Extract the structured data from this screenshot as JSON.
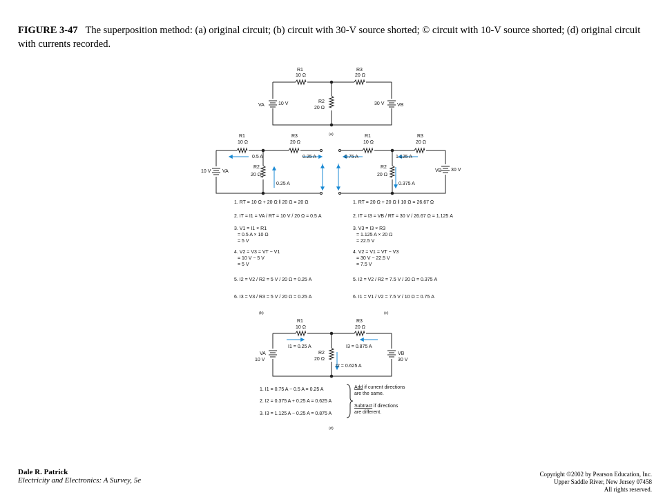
{
  "caption": {
    "fig_label": "FIGURE 3-47",
    "text": "The superposition method: (a) original circuit; (b) circuit with 30-V source shorted; © circuit with 10-V source shorted; (d) original circuit with currents recorded."
  },
  "footer": {
    "author": "Dale R. Patrick",
    "book": "Electricity and Electronics: A Survey, 5e",
    "copyright_1": "Copyright ©2002 by Pearson Education, Inc.",
    "copyright_2": "Upper Saddle River, New Jersey 07458",
    "copyright_3": "All rights reserved."
  },
  "circuit_a": {
    "r1": "R1",
    "r1_val": "10 Ω",
    "r3": "R3",
    "r3_val": "20 Ω",
    "r2": "R2",
    "r2_val": "20 Ω",
    "va": "VA",
    "va_val": "10 V",
    "vb": "VB",
    "vb_val": "30 V",
    "tag": "(a)"
  },
  "circuit_b": {
    "r1": "R1",
    "r1_val": "10 Ω",
    "r3": "R3",
    "r3_val": "20 Ω",
    "r2": "R2",
    "r2_val": "20 Ω",
    "va_val": "10 V",
    "va": "VA",
    "i1": "0.5 A",
    "i3": "0.25 A",
    "i2": "0.25 A",
    "eq": [
      "1. RT = 10 Ω + 20 Ω ‖ 20 Ω = 20 Ω",
      "2. IT = I1 = VA / RT = 10 V / 20 Ω = 0.5 A",
      "3. V1 = I1 × R1",
      "= 0.5 A × 10 Ω",
      "= 5 V",
      "4. V2 = V3 = VT − V1",
      "= 10 V − 5 V",
      "= 5 V",
      "5. I2 = V2 / R2 = 5 V / 20 Ω = 0.25 A",
      "6. I3 = V3 / R3 = 5 V / 20 Ω = 0.25 A"
    ],
    "tag": "(b)"
  },
  "circuit_c": {
    "r1": "R1",
    "r1_val": "10 Ω",
    "r3": "R3",
    "r3_val": "20 Ω",
    "r2": "R2",
    "r2_val": "20 Ω",
    "vb": "VB",
    "vb_val": "30 V",
    "i1": "0.75 A",
    "i3": "1.125 A",
    "i2": "0.375 A",
    "eq": [
      "1. RT = 20 Ω + 20 Ω ‖ 10 Ω = 26.67 Ω",
      "2. IT = I3 = VB / RT = 30 V / 26.67 Ω = 1.125 A",
      "3. V3 = I3 × R3",
      "= 1.125 A × 20 Ω",
      "= 22.5 V",
      "4. V2 = V1 = VT − V3",
      "= 30 V − 22.5 V",
      "= 7.5 V",
      "5. I2 = V2 / R2 = 7.5 V / 20 Ω = 0.375 A",
      "6. I1 = V1 / V2 = 7.5 V / 10 Ω = 0.75 A"
    ],
    "tag": "(c)"
  },
  "circuit_d": {
    "r1": "R1",
    "r1_val": "10 Ω",
    "r3": "R3",
    "r3_val": "20 Ω",
    "r2": "R2",
    "r2_val": "20 Ω",
    "va": "VA",
    "va_val": "10 V",
    "vb": "VB",
    "vb_val": "30 V",
    "i1": "I1 = 0.25 A",
    "i3": "I3 = 0.875 A",
    "i2": "I2 = 0.625 A",
    "eq": [
      "1. I1 = 0.75 A − 0.5 A = 0.25 A",
      "2. I2 = 0.375 A + 0.25 A = 0.625 A",
      "3. I3 = 1.125 A − 0.25 A = 0.875 A"
    ],
    "note_add_word": "Add",
    "note_add_rest": " if current directions",
    "note_add_2": "are the same.",
    "note_sub_word": "Subtract",
    "note_sub_rest": " if directions",
    "note_sub_2": "are different.",
    "tag": "(d)"
  }
}
